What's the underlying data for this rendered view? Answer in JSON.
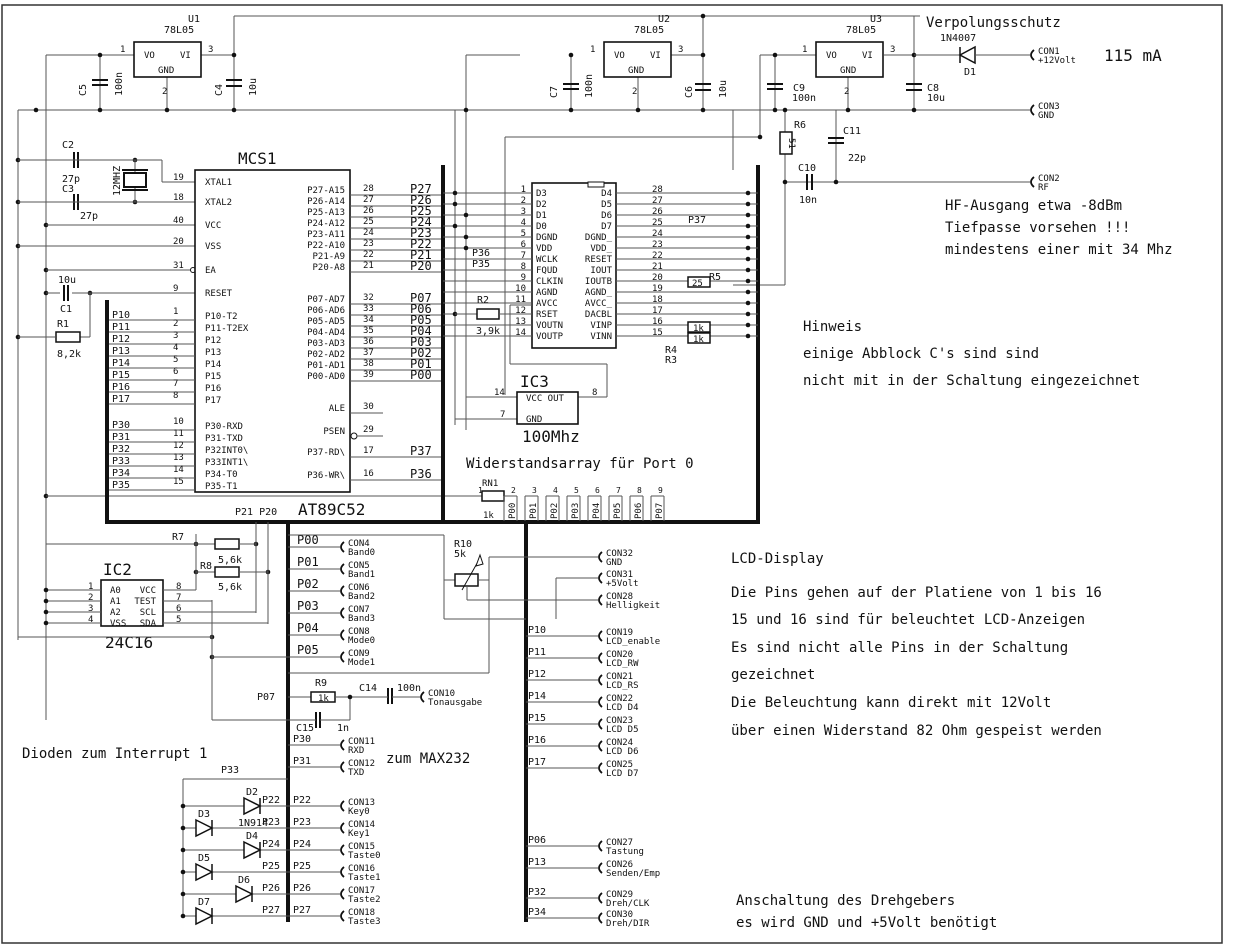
{
  "schematic": {
    "regulators": [
      {
        "ref": "U1",
        "type": "78L05",
        "pins": {
          "in": "VI",
          "out": "VO",
          "gnd": "GND"
        },
        "pin_nums": [
          "1",
          "3",
          "2"
        ]
      },
      {
        "ref": "U2",
        "type": "78L05",
        "pins": {
          "in": "VI",
          "out": "VO",
          "gnd": "GND"
        },
        "pin_nums": [
          "1",
          "3",
          "2"
        ]
      },
      {
        "ref": "U3",
        "type": "78L05",
        "pins": {
          "in": "VI",
          "out": "VO",
          "gnd": "GND"
        },
        "pin_nums": [
          "1",
          "3",
          "2"
        ]
      }
    ],
    "caps": {
      "C5": {
        "ref": "C5",
        "value": "100n"
      },
      "C4": {
        "ref": "C4",
        "value": "10u"
      },
      "C7": {
        "ref": "C7",
        "value": "100n"
      },
      "C6": {
        "ref": "C6",
        "value": "10u"
      },
      "C9": {
        "ref": "C9",
        "value": "100n"
      },
      "C8": {
        "ref": "C8",
        "value": "10u"
      },
      "C11": {
        "ref": "C11",
        "value": "22p"
      },
      "C10": {
        "ref": "C10",
        "value": "10n"
      },
      "C2": {
        "ref": "C2",
        "value": "27p"
      },
      "C3": {
        "ref": "C3",
        "value": "27p"
      },
      "C1": {
        "ref": "C1",
        "value": "10u"
      },
      "C14": {
        "ref": "C14",
        "value": "100n"
      },
      "C15": {
        "ref": "C15",
        "value": "1n"
      }
    },
    "resistors": {
      "R1": {
        "ref": "R1",
        "value": "8,2k"
      },
      "R2": {
        "ref": "R2",
        "value": "3,9k"
      },
      "R3": {
        "ref": "R3",
        "value": "1k"
      },
      "R4": {
        "ref": "R4",
        "value": "1k"
      },
      "R5": {
        "ref": "R5",
        "value": "25"
      },
      "R6": {
        "ref": "R6",
        "value": "51"
      },
      "R7": {
        "ref": "R7",
        "value": "5,6k"
      },
      "R8": {
        "ref": "R8",
        "value": "5,6k"
      },
      "R9": {
        "ref": "R9",
        "value": "1k"
      },
      "R10": {
        "ref": "R10",
        "value": "5k"
      },
      "RN1": {
        "ref": "RN1",
        "value": "1k"
      }
    },
    "crystal": {
      "value": "12MHZ"
    },
    "diode_d1": {
      "ref": "D1",
      "type": "1N4007"
    },
    "labels": {
      "verpolung": "Verpolungsschutz",
      "current": "115 mA",
      "mcs1": "MCS1",
      "mcu": "AT89C52",
      "p21p20": "P21 P20",
      "ic3_ref": "IC3",
      "ic3_freq": "100Mhz",
      "ic3_pins": [
        "VCC OUT",
        "GND"
      ],
      "ic3_pin_nums": [
        "14",
        "8",
        "7"
      ],
      "widerstand": "Widerstandsarray für Port 0",
      "ic2_ref": "IC2",
      "ic2_type": "24C16",
      "dioden": "Dioden zum Interrupt 1",
      "max232": "zum MAX232",
      "p33": "P33",
      "p07": "P07",
      "in914": "1N914",
      "r4r3": [
        "R4",
        "R3"
      ]
    },
    "mcu_left_pins": [
      {
        "num": "19",
        "name": "XTAL1"
      },
      {
        "num": "18",
        "name": "XTAL2"
      },
      {
        "num": "40",
        "name": "VCC"
      },
      {
        "num": "20",
        "name": "VSS"
      },
      {
        "num": "31",
        "name": "EA"
      },
      {
        "num": "9",
        "name": "RESET"
      },
      {
        "num": "1",
        "name": "P10-T2",
        "net": "P10"
      },
      {
        "num": "2",
        "name": "P11-T2EX",
        "net": "P11"
      },
      {
        "num": "3",
        "name": "P12",
        "net": "P12"
      },
      {
        "num": "4",
        "name": "P13",
        "net": "P13"
      },
      {
        "num": "5",
        "name": "P14",
        "net": "P14"
      },
      {
        "num": "6",
        "name": "P15",
        "net": "P15"
      },
      {
        "num": "7",
        "name": "P16",
        "net": "P16"
      },
      {
        "num": "8",
        "name": "P17",
        "net": "P17"
      },
      {
        "num": "10",
        "name": "P30-RXD",
        "net": "P30"
      },
      {
        "num": "11",
        "name": "P31-TXD",
        "net": "P31"
      },
      {
        "num": "12",
        "name": "P32INT0\\",
        "net": "P32"
      },
      {
        "num": "13",
        "name": "P33INT1\\",
        "net": "P33"
      },
      {
        "num": "14",
        "name": "P34-T0",
        "net": "P34"
      },
      {
        "num": "15",
        "name": "P35-T1",
        "net": "P35"
      }
    ],
    "mcu_right_pins": [
      {
        "num": "28",
        "name": "P27-A15",
        "net": "P27"
      },
      {
        "num": "27",
        "name": "P26-A14",
        "net": "P26"
      },
      {
        "num": "26",
        "name": "P25-A13",
        "net": "P25"
      },
      {
        "num": "25",
        "name": "P24-A12",
        "net": "P24"
      },
      {
        "num": "24",
        "name": "P23-A11",
        "net": "P23"
      },
      {
        "num": "23",
        "name": "P22-A10",
        "net": "P22"
      },
      {
        "num": "22",
        "name": "P21-A9",
        "net": "P21"
      },
      {
        "num": "21",
        "name": "P20-A8",
        "net": "P20"
      },
      {
        "num": "32",
        "name": "P07-AD7",
        "net": "P07"
      },
      {
        "num": "33",
        "name": "P06-AD6",
        "net": "P06"
      },
      {
        "num": "34",
        "name": "P05-AD5",
        "net": "P05"
      },
      {
        "num": "35",
        "name": "P04-AD4",
        "net": "P04"
      },
      {
        "num": "36",
        "name": "P03-AD3",
        "net": "P03"
      },
      {
        "num": "37",
        "name": "P02-AD2",
        "net": "P02"
      },
      {
        "num": "38",
        "name": "P01-AD1",
        "net": "P01"
      },
      {
        "num": "39",
        "name": "P00-AD0",
        "net": "P00"
      },
      {
        "num": "30",
        "name": "ALE"
      },
      {
        "num": "29",
        "name": "PSEN"
      },
      {
        "num": "17",
        "name": "P37-RD\\",
        "net": "P37"
      },
      {
        "num": "16",
        "name": "P36-WR\\",
        "net": "P36"
      }
    ],
    "dds_left_pins": [
      {
        "num": "1",
        "name": "D3"
      },
      {
        "num": "2",
        "name": "D2"
      },
      {
        "num": "3",
        "name": "D1"
      },
      {
        "num": "4",
        "name": "D0"
      },
      {
        "num": "5",
        "name": "DGND"
      },
      {
        "num": "6",
        "name": "VDD"
      },
      {
        "num": "7",
        "name": "WCLK"
      },
      {
        "num": "8",
        "name": "FQUD"
      },
      {
        "num": "9",
        "name": "CLKIN"
      },
      {
        "num": "10",
        "name": "AGND"
      },
      {
        "num": "11",
        "name": "AVCC"
      },
      {
        "num": "12",
        "name": "RSET"
      },
      {
        "num": "13",
        "name": "VOUTN"
      },
      {
        "num": "14",
        "name": "VOUTP"
      }
    ],
    "dds_right_pins": [
      {
        "num": "28",
        "name": "D4"
      },
      {
        "num": "27",
        "name": "D5"
      },
      {
        "num": "26",
        "name": "D6"
      },
      {
        "num": "25",
        "name": "D7"
      },
      {
        "num": "24",
        "name": "DGND_"
      },
      {
        "num": "23",
        "name": "VDD_"
      },
      {
        "num": "22",
        "name": "RESET"
      },
      {
        "num": "21",
        "name": "IOUT"
      },
      {
        "num": "20",
        "name": "IOUTB"
      },
      {
        "num": "19",
        "name": "AGND_"
      },
      {
        "num": "18",
        "name": "AVCC_"
      },
      {
        "num": "17",
        "name": "DACBL"
      },
      {
        "num": "16",
        "name": "VINP"
      },
      {
        "num": "15",
        "name": "VINN"
      }
    ],
    "dds_net_labels": {
      "p36": "P36",
      "p35": "P35",
      "p37": "P37"
    },
    "ic2_pins": [
      {
        "num": "1",
        "name": "A0",
        "rnum": "8",
        "rname": "VCC"
      },
      {
        "num": "2",
        "name": "A1",
        "rnum": "7",
        "rname": "TEST"
      },
      {
        "num": "3",
        "name": "A2",
        "rnum": "6",
        "rname": "SCL"
      },
      {
        "num": "4",
        "name": "VSS",
        "rnum": "5",
        "rname": "SDA"
      }
    ],
    "rn1_pins": [
      "1",
      "2",
      "3",
      "4",
      "5",
      "6",
      "7",
      "8",
      "9"
    ],
    "rn1_nets": [
      "P00",
      "P01",
      "P02",
      "P03",
      "P04",
      "P05",
      "P06",
      "P07"
    ],
    "power_connectors": [
      {
        "ref": "CON1",
        "name": "+12Volt"
      },
      {
        "ref": "CON3",
        "name": "GND"
      },
      {
        "ref": "CON2",
        "name": "RF"
      }
    ],
    "port0_connectors": [
      {
        "net": "P00",
        "ref": "CON4",
        "name": "Band0"
      },
      {
        "net": "P01",
        "ref": "CON5",
        "name": "Band1"
      },
      {
        "net": "P02",
        "ref": "CON6",
        "name": "Band2"
      },
      {
        "net": "P03",
        "ref": "CON7",
        "name": "Band3"
      },
      {
        "net": "P04",
        "ref": "CON8",
        "name": "Mode0"
      },
      {
        "net": "P05",
        "ref": "CON9",
        "name": "Mode1"
      }
    ],
    "tone_connector": {
      "ref": "CON10",
      "name": "Tonausgabe"
    },
    "serial_connectors": [
      {
        "net": "P30",
        "ref": "CON11",
        "name": "RXD"
      },
      {
        "net": "P31",
        "ref": "CON12",
        "name": "TXD"
      }
    ],
    "key_connectors": [
      {
        "net": "P22",
        "ref": "CON13",
        "name": "Key0",
        "diode": "D2"
      },
      {
        "net": "P23",
        "ref": "CON14",
        "name": "Key1",
        "diode": "D3"
      },
      {
        "net": "P24",
        "ref": "CON15",
        "name": "Taste0",
        "diode": "D4"
      },
      {
        "net": "P25",
        "ref": "CON16",
        "name": "Taste1",
        "diode": "D5"
      },
      {
        "net": "P26",
        "ref": "CON17",
        "name": "Taste2",
        "diode": "D6"
      },
      {
        "net": "P27",
        "ref": "CON18",
        "name": "Taste3",
        "diode": "D7"
      }
    ],
    "lcd_power_connectors": [
      {
        "ref": "CON32",
        "name": "GND"
      },
      {
        "ref": "CON31",
        "name": "+5Volt"
      },
      {
        "ref": "CON28",
        "name": "Helligkeit"
      }
    ],
    "lcd_connectors": [
      {
        "net": "P10",
        "ref": "CON19",
        "name": "LCD_enable"
      },
      {
        "net": "P11",
        "ref": "CON20",
        "name": "LCD_RW"
      },
      {
        "net": "P12",
        "ref": "CON21",
        "name": "LCD_RS"
      },
      {
        "net": "P14",
        "ref": "CON22",
        "name": "LCD D4"
      },
      {
        "net": "P15",
        "ref": "CON23",
        "name": "LCD D5"
      },
      {
        "net": "P16",
        "ref": "CON24",
        "name": "LCD D6"
      },
      {
        "net": "P17",
        "ref": "CON25",
        "name": "LCD D7"
      }
    ],
    "misc_connectors": [
      {
        "net": "P06",
        "ref": "CON27",
        "name": "Tastung"
      },
      {
        "net": "P13",
        "ref": "CON26",
        "name": "Senden/Emp"
      },
      {
        "net": "P32",
        "ref": "CON29",
        "name": "Dreh/CLK"
      },
      {
        "net": "P34",
        "ref": "CON30",
        "name": "Dreh/DIR"
      }
    ]
  },
  "notes": {
    "hf": [
      "HF-Ausgang etwa -8dBm",
      "Tiefpasse vorsehen !!!",
      "mindestens einer mit 34 Mhz"
    ],
    "hinweis": [
      "Hinweis",
      "einige Abblock C's sind sind",
      "nicht mit in der Schaltung eingezeichnet"
    ],
    "lcd": [
      "LCD-Display",
      "Die Pins gehen auf der Platiene von 1 bis 16",
      "15 und 16 sind für beleuchtet LCD-Anzeigen",
      "Es sind nicht alle Pins in der Schaltung",
      "gezeichnet",
      "Die Beleuchtung kann direkt mit 12Volt",
      "über einen Widerstand 82 Ohm gespeist werden"
    ],
    "drehgeber": [
      "Anschaltung des Drehgebers",
      "es wird GND und +5Volt benötigt"
    ]
  }
}
